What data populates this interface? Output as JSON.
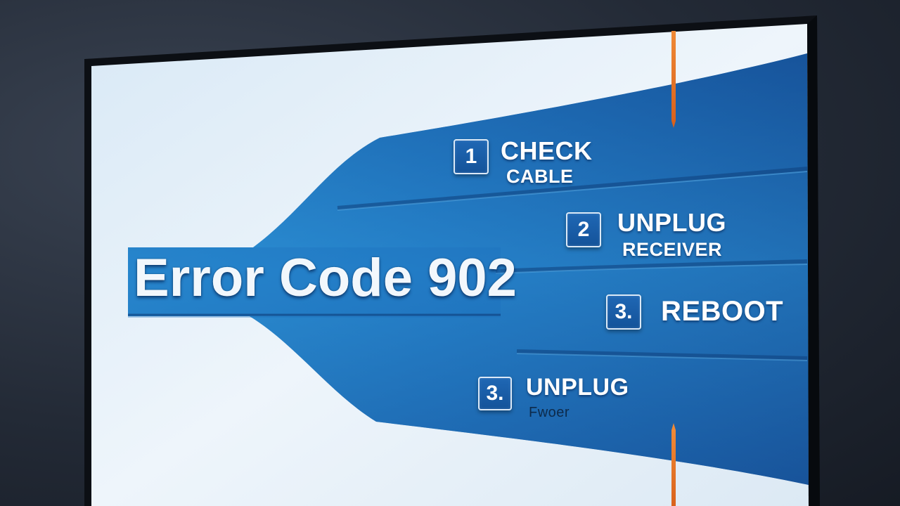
{
  "screen": {
    "title": "Error Code 902",
    "steps": [
      {
        "number": "1",
        "line1": "CHECK",
        "line2": "CABLE"
      },
      {
        "number": "2",
        "line1": "UNPLUG",
        "line2": "RECEIVER"
      },
      {
        "number": "3.",
        "line1": "REBOOT",
        "line2": ""
      },
      {
        "number": "3.",
        "line1": "UNPLUG",
        "line2": "Fwoer"
      }
    ]
  },
  "colors": {
    "band_dark": "#124e96",
    "band_light": "#2a8fd4",
    "screen_bg": "#e7f1f9",
    "accent_orange": "#e8782a",
    "frame": "#0d1016"
  }
}
